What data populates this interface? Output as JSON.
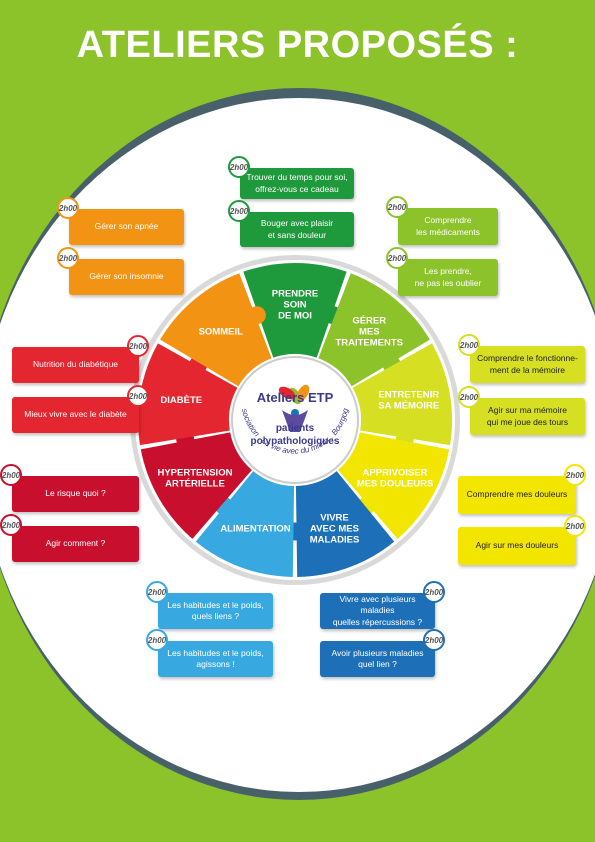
{
  "title": "ATELIERS PROPOSÉS :",
  "duration": "2h00",
  "center": {
    "title": "Ateliers ETP",
    "subtitle_line1": "patients",
    "subtitle_line2": "polypathologiques",
    "arc_text": "Association . La vie avec du mieux . Bourgogne"
  },
  "segments": [
    {
      "id": "prendre-soin",
      "lines": [
        "PRENDRE",
        "SOIN",
        "DE MOI"
      ],
      "color": "#1e9a3c"
    },
    {
      "id": "gerer-traitements",
      "lines": [
        "GÉRER",
        "MES",
        "TRAITEMENTS"
      ],
      "color": "#8cc22a"
    },
    {
      "id": "entretenir-memoire",
      "lines": [
        "ENTRETENIR",
        "SA MÉMOIRE"
      ],
      "color": "#d6df21"
    },
    {
      "id": "apprivoiser-douleurs",
      "lines": [
        "APPRIVOISER",
        "MES DOULEURS"
      ],
      "color": "#f2e600"
    },
    {
      "id": "vivre-maladies",
      "lines": [
        "VIVRE",
        "AVEC MES",
        "MALADIES"
      ],
      "color": "#1d70b8"
    },
    {
      "id": "alimentation",
      "lines": [
        "ALIMENTATION"
      ],
      "color": "#38a9e0"
    },
    {
      "id": "hypertension",
      "lines": [
        "HYPERTENSION",
        "ARTÉRIELLE"
      ],
      "color": "#c8102e"
    },
    {
      "id": "diabete",
      "lines": [
        "DIABÈTE"
      ],
      "color": "#e3262f"
    },
    {
      "id": "sommeil",
      "lines": [
        "SOMMEIL"
      ],
      "color": "#f39314"
    }
  ],
  "workshops": {
    "prendre_soin": [
      {
        "lines": [
          "Trouver du temps pour soi,",
          "offrez-vous ce cadeau"
        ]
      },
      {
        "lines": [
          "Bouger avec plaisir",
          "et sans douleur"
        ]
      }
    ],
    "gerer_traitements": [
      {
        "lines": [
          "Comprendre",
          "les médicaments"
        ]
      },
      {
        "lines": [
          "Les prendre,",
          "ne pas les oublier"
        ]
      }
    ],
    "memoire": [
      {
        "lines": [
          "Comprendre le fonctionne-",
          "ment de la mémoire"
        ]
      },
      {
        "lines": [
          "Agir sur ma mémoire",
          "qui me joue des tours"
        ]
      }
    ],
    "douleurs": [
      {
        "lines": [
          "Comprendre mes douleurs"
        ]
      },
      {
        "lines": [
          "Agir sur mes douleurs"
        ]
      }
    ],
    "maladies": [
      {
        "lines": [
          "Vivre avec plusieurs maladies",
          "quelles répercussions ?"
        ]
      },
      {
        "lines": [
          "Avoir plusieurs maladies",
          "quel lien ?"
        ]
      }
    ],
    "alimentation": [
      {
        "lines": [
          "Les habitudes et le poids,",
          "quels liens ?"
        ]
      },
      {
        "lines": [
          "Les habitudes et le poids,",
          "agissons !"
        ]
      }
    ],
    "hypertension": [
      {
        "lines": [
          "Le risque quoi ?"
        ]
      },
      {
        "lines": [
          "Agir comment ?"
        ]
      }
    ],
    "diabete": [
      {
        "lines": [
          "Nutrition du diabétique"
        ]
      },
      {
        "lines": [
          "Mieux vivre avec le diabète"
        ]
      }
    ],
    "sommeil": [
      {
        "lines": [
          "Gérer son apnée"
        ]
      },
      {
        "lines": [
          "Gérer son insomnie"
        ]
      }
    ]
  }
}
